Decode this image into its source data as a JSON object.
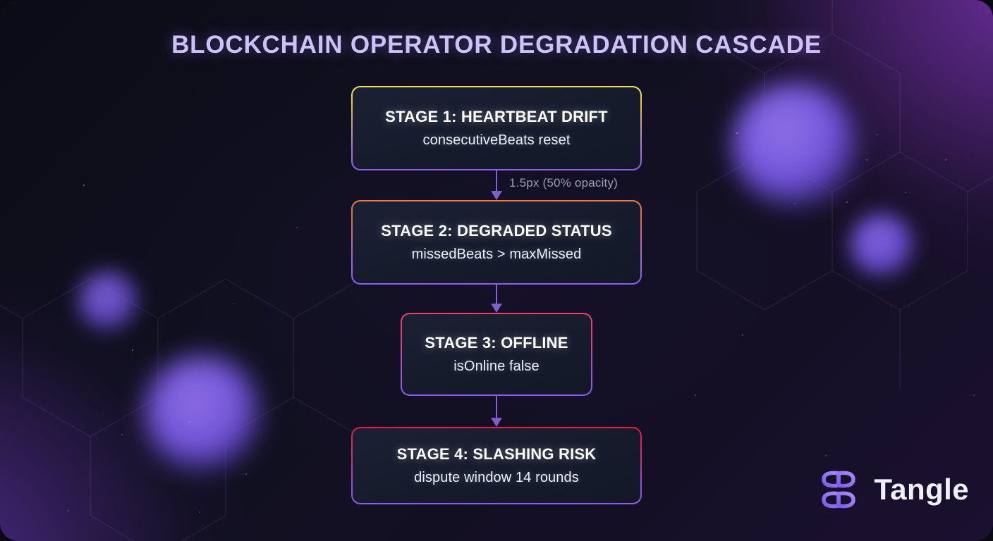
{
  "page": {
    "title": "BLOCKCHAIN OPERATOR DEGRADATION CASCADE"
  },
  "flow": {
    "nodes": [
      {
        "title": "STAGE 1: HEARTBEAT DRIFT",
        "subtitle": "consecutiveBeats reset",
        "accent": "#f5e34a"
      },
      {
        "title": "STAGE 2: DEGRADED STATUS",
        "subtitle": "missedBeats > maxMissed",
        "accent": "#f07a3f"
      },
      {
        "title": "STAGE 3: OFFLINE",
        "subtitle": "isOnline false",
        "accent": "#ef3f6b"
      },
      {
        "title": "STAGE 4: SLASHING RISK",
        "subtitle": "dispute window 14 rounds",
        "accent": "#e01f3c"
      }
    ],
    "connector_label": "1.5px (50% opacity)",
    "connector_color": "#9b6ff0"
  },
  "brand": {
    "name": "Tangle",
    "logo_icon": "tangle-knot-icon",
    "logo_color_start": "#7b5cf0",
    "logo_color_end": "#a07df7"
  },
  "theme": {
    "background_dark": "#0c0c18",
    "background_purple": "#6a2f9c",
    "title_color": "#cdc2f6",
    "node_fill": "#1b2134",
    "node_title_color": "#ffffff",
    "node_sub_color": "#eef0f8"
  }
}
